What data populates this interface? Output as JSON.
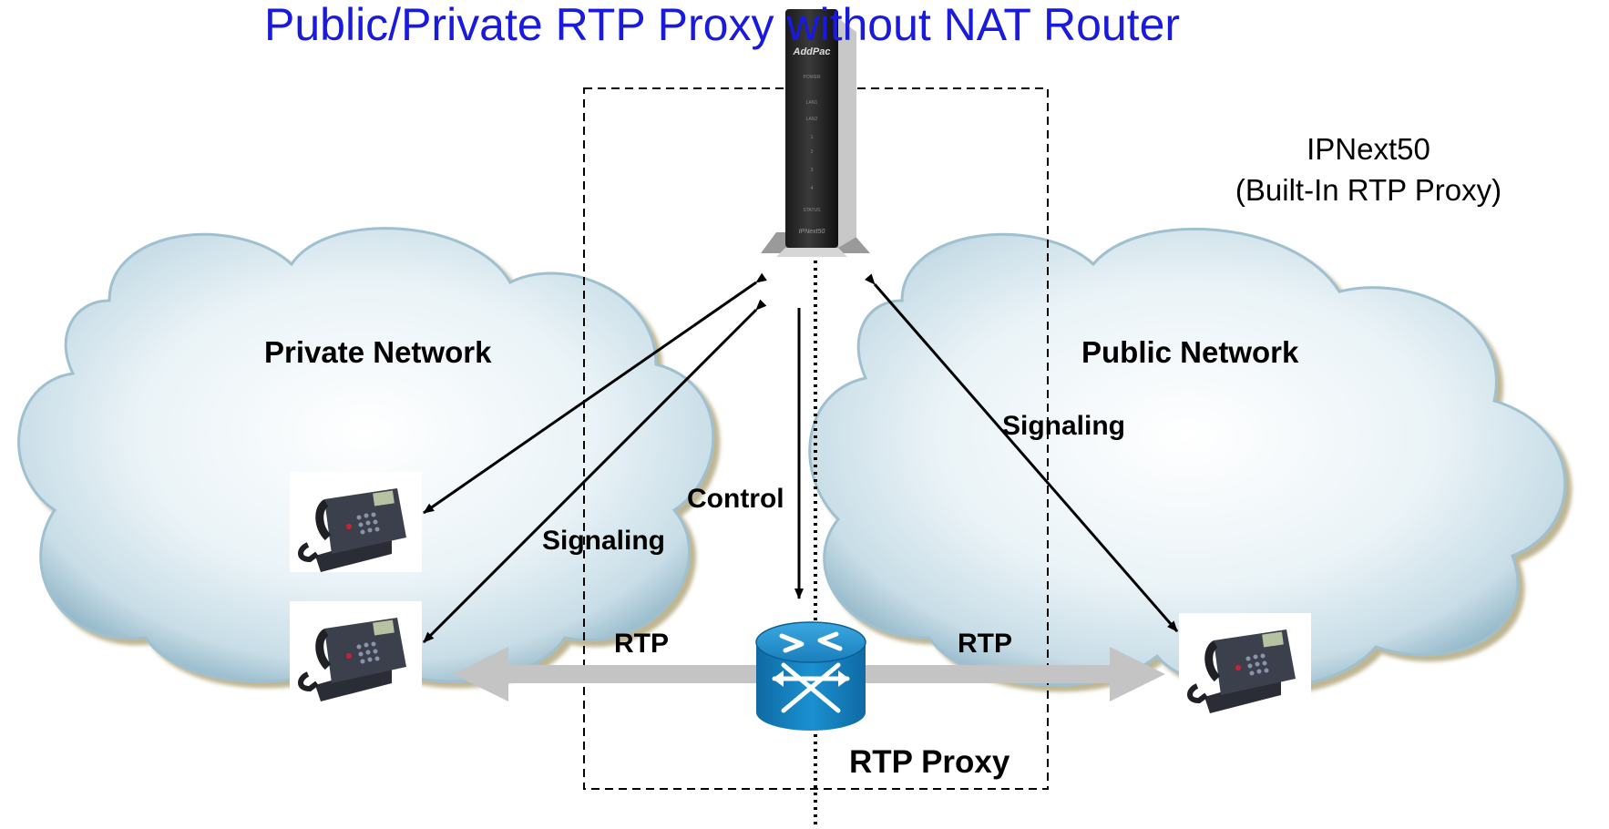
{
  "title": "Public/Private RTP Proxy without NAT Router",
  "device": {
    "name": "IPNext50",
    "subtitle": "(Built-In RTP Proxy)",
    "brand_text": "AddPac",
    "model_text": "IPNext50",
    "led_labels": [
      "POWER",
      "LAN1",
      "LAN2",
      "1",
      "2",
      "3",
      "4",
      "STATUS"
    ]
  },
  "networks": {
    "private": "Private Network",
    "public": "Public Network"
  },
  "labels": {
    "control": "Control",
    "signaling_left": "Signaling",
    "signaling_right": "Signaling",
    "rtp_left": "RTP",
    "rtp_right": "RTP",
    "rtp_proxy": "RTP Proxy"
  },
  "colors": {
    "title": "#1a1adc",
    "cloud_fill": "#dcebf2",
    "cloud_edge": "#7fa9bd",
    "rtp_arrow": "#c4c4c4",
    "router": "#1a86c4"
  },
  "icons": {
    "phones": [
      "ip-phone-icon",
      "ip-phone-icon",
      "ip-phone-icon"
    ],
    "router": "router-switch-icon",
    "device": "voip-gateway-icon"
  }
}
